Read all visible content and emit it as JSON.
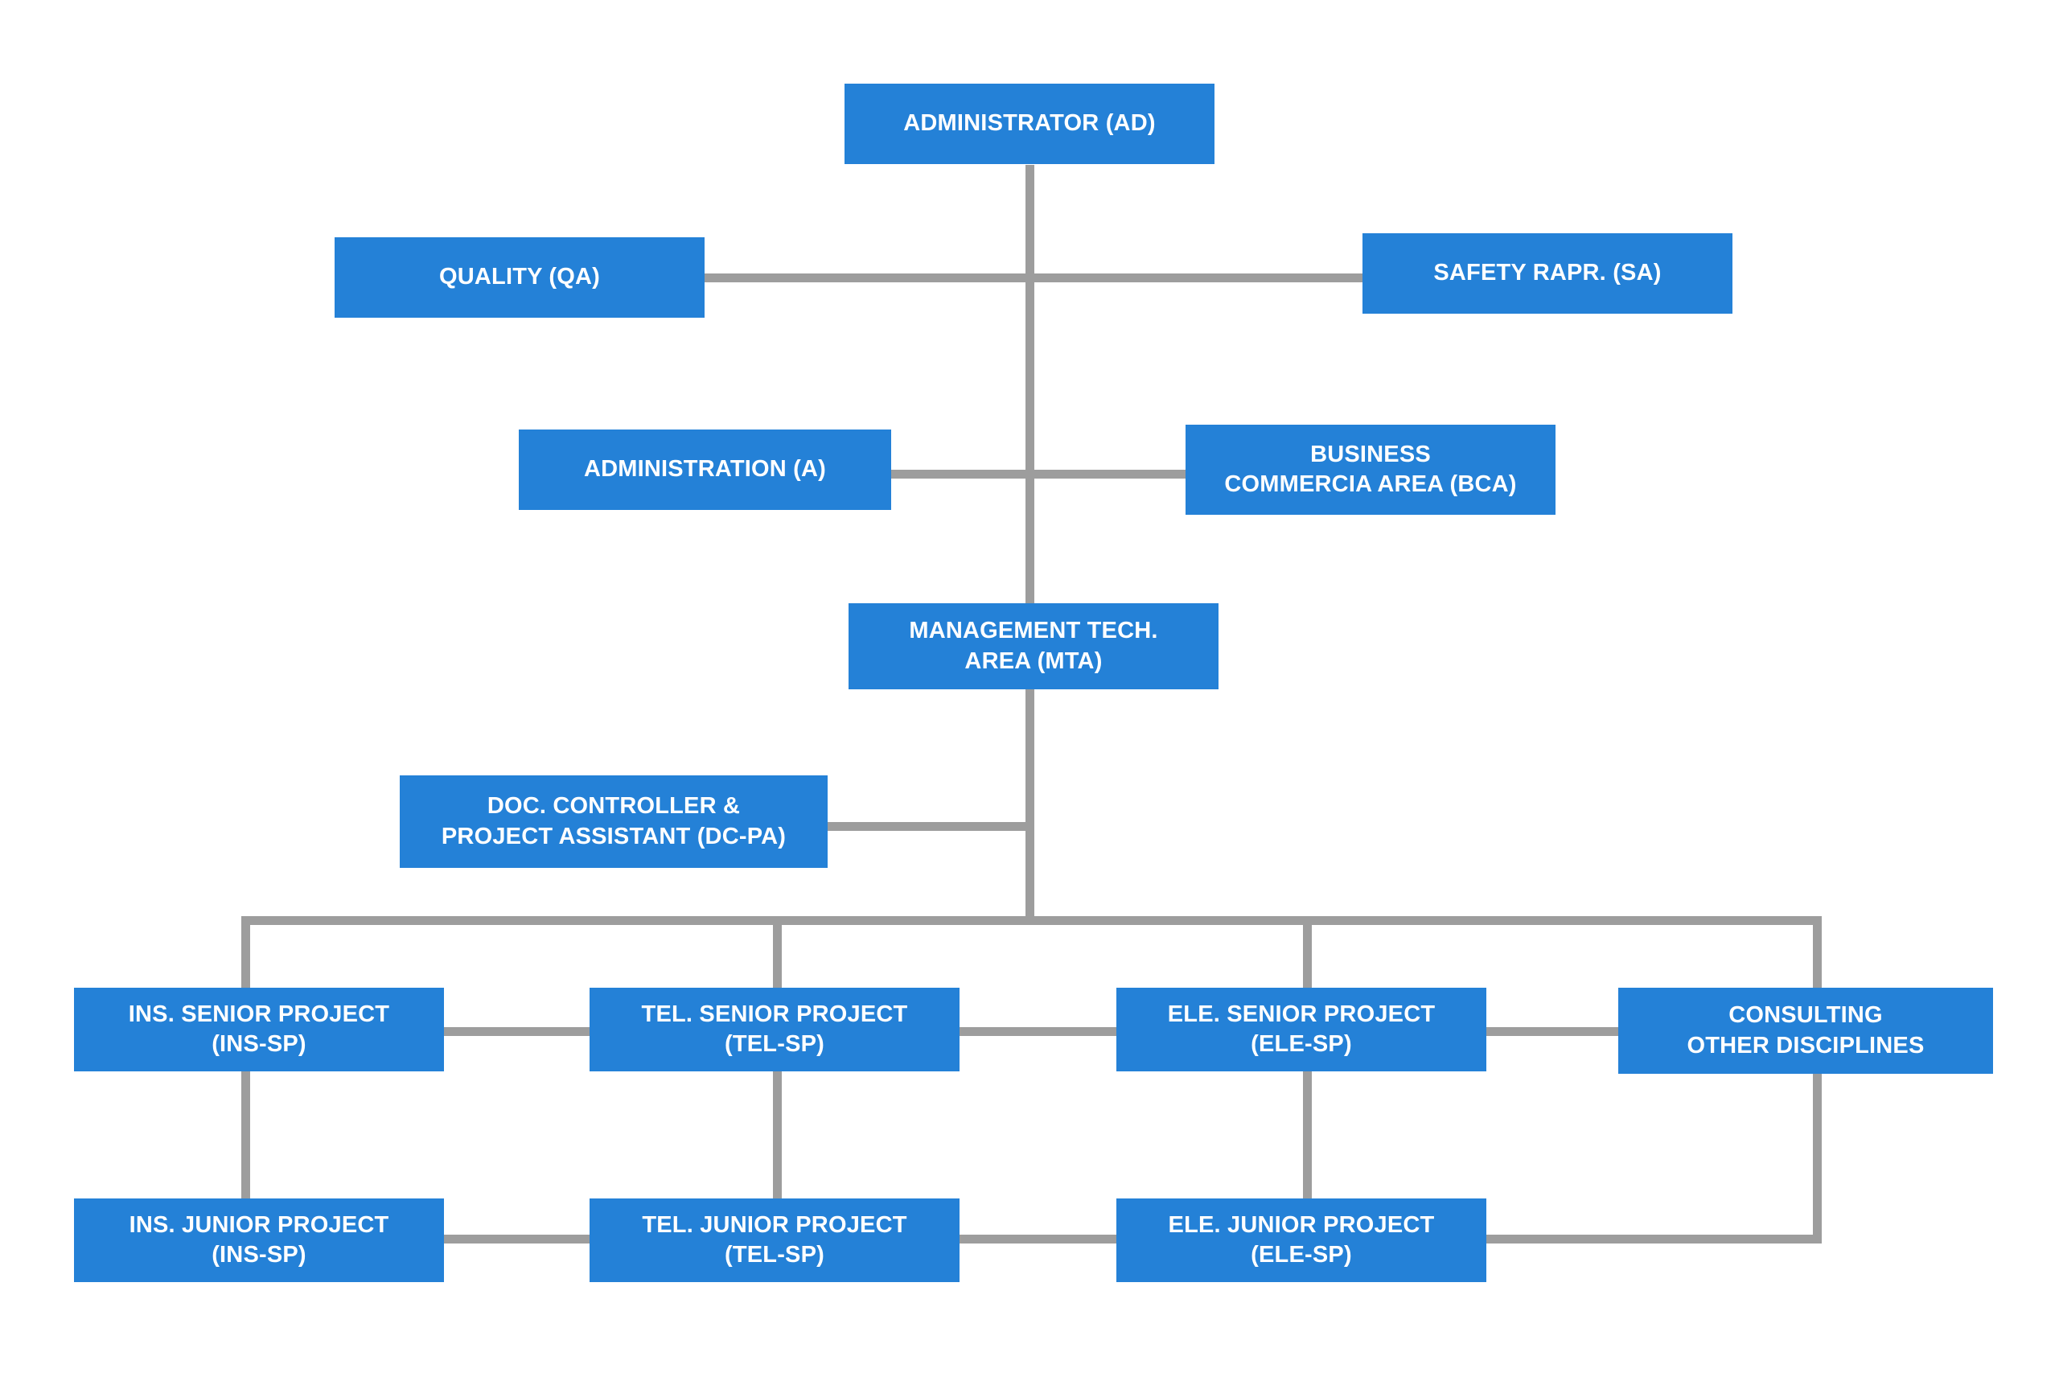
{
  "chart_data": {
    "type": "diagram",
    "diagram_kind": "organizational-chart",
    "title": "",
    "palette": {
      "node_fill": "#2481D7",
      "node_text": "#FFFFFF",
      "connector": "#9D9D9D",
      "background": "#FFFFFF"
    },
    "nodes": [
      {
        "id": "AD",
        "label": "ADMINISTRATOR (AD)",
        "level": 0
      },
      {
        "id": "QA",
        "label": "QUALITY (QA)",
        "level": 1
      },
      {
        "id": "SA",
        "label": "SAFETY RAPR. (SA)",
        "level": 1
      },
      {
        "id": "A",
        "label": "ADMINISTRATION (A)",
        "level": 2
      },
      {
        "id": "BCA",
        "label": "BUSINESS\nCOMMERCIA AREA (BCA)",
        "level": 2
      },
      {
        "id": "MTA",
        "label": "MANAGEMENT TECH.\nAREA (MTA)",
        "level": 3
      },
      {
        "id": "DC-PA",
        "label": "DOC. CONTROLLER &\nPROJECT ASSISTANT (DC-PA)",
        "level": 4
      },
      {
        "id": "INS-SP",
        "label": "INS. SENIOR PROJECT\n(INS-SP)",
        "level": 5
      },
      {
        "id": "TEL-SP",
        "label": "TEL. SENIOR PROJECT\n(TEL-SP)",
        "level": 5
      },
      {
        "id": "ELE-SP",
        "label": "ELE. SENIOR PROJECT\n(ELE-SP)",
        "level": 5
      },
      {
        "id": "CONS",
        "label": "CONSULTING\nOTHER DISCIPLINES",
        "level": 5
      },
      {
        "id": "INS-JP",
        "label": "INS. JUNIOR PROJECT\n(INS-SP)",
        "level": 6
      },
      {
        "id": "TEL-JP",
        "label": "TEL. JUNIOR PROJECT\n(TEL-SP)",
        "level": 6
      },
      {
        "id": "ELE-JP",
        "label": "ELE. JUNIOR PROJECT\n(ELE-SP)",
        "level": 6
      }
    ],
    "edges": [
      {
        "from": "AD",
        "to": "QA",
        "style": "orthogonal"
      },
      {
        "from": "AD",
        "to": "SA",
        "style": "orthogonal"
      },
      {
        "from": "AD",
        "to": "A",
        "style": "orthogonal"
      },
      {
        "from": "AD",
        "to": "BCA",
        "style": "orthogonal"
      },
      {
        "from": "AD",
        "to": "MTA",
        "style": "straight"
      },
      {
        "from": "MTA",
        "to": "DC-PA",
        "style": "orthogonal"
      },
      {
        "from": "MTA",
        "to": "INS-SP",
        "style": "orthogonal"
      },
      {
        "from": "MTA",
        "to": "TEL-SP",
        "style": "orthogonal"
      },
      {
        "from": "MTA",
        "to": "ELE-SP",
        "style": "orthogonal"
      },
      {
        "from": "MTA",
        "to": "CONS",
        "style": "orthogonal"
      },
      {
        "from": "INS-SP",
        "to": "INS-JP",
        "style": "straight"
      },
      {
        "from": "TEL-SP",
        "to": "TEL-JP",
        "style": "straight"
      },
      {
        "from": "ELE-SP",
        "to": "ELE-JP",
        "style": "straight"
      },
      {
        "from": "CONS",
        "to": "ELE-JP",
        "style": "orthogonal"
      },
      {
        "from": "INS-SP",
        "to": "TEL-SP",
        "style": "straight"
      },
      {
        "from": "TEL-SP",
        "to": "ELE-SP",
        "style": "straight"
      },
      {
        "from": "ELE-SP",
        "to": "CONS",
        "style": "straight"
      },
      {
        "from": "INS-JP",
        "to": "TEL-JP",
        "style": "straight"
      },
      {
        "from": "TEL-JP",
        "to": "ELE-JP",
        "style": "straight"
      }
    ]
  },
  "nodes": {
    "administrator": {
      "label": "ADMINISTRATOR (AD)"
    },
    "quality": {
      "label": "QUALITY (QA)"
    },
    "safety": {
      "label": "SAFETY RAPR. (SA)"
    },
    "administration": {
      "label": "ADMINISTRATION (A)"
    },
    "business_commercial": {
      "label": "BUSINESS\nCOMMERCIA AREA (BCA)"
    },
    "management_tech": {
      "label": "MANAGEMENT TECH.\nAREA (MTA)"
    },
    "doc_controller": {
      "label": "DOC. CONTROLLER &\nPROJECT ASSISTANT (DC-PA)"
    },
    "ins_senior": {
      "label": "INS. SENIOR PROJECT\n(INS-SP)"
    },
    "tel_senior": {
      "label": "TEL. SENIOR PROJECT\n(TEL-SP)"
    },
    "ele_senior": {
      "label": "ELE. SENIOR PROJECT\n(ELE-SP)"
    },
    "consulting": {
      "label": "CONSULTING\nOTHER DISCIPLINES"
    },
    "ins_junior": {
      "label": "INS. JUNIOR PROJECT\n(INS-SP)"
    },
    "tel_junior": {
      "label": "TEL. JUNIOR PROJECT\n(TEL-SP)"
    },
    "ele_junior": {
      "label": "ELE. JUNIOR PROJECT\n(ELE-SP)"
    }
  }
}
